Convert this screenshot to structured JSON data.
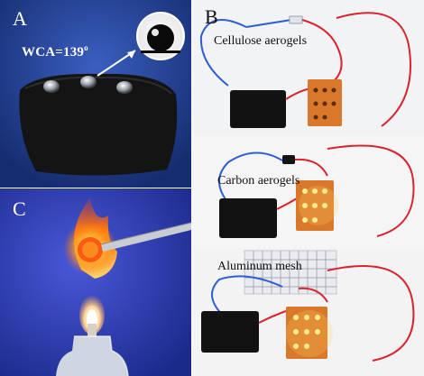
{
  "panels": {
    "a": {
      "letter": "A",
      "contact_angle_label": "WCA=139",
      "degree_symbol": "o"
    },
    "b": {
      "letter": "B",
      "labels": {
        "cellulose": "Cellulose aerogels",
        "carbon": "Carbon aerogels",
        "aluminum": "Aluminum mesh"
      }
    },
    "c": {
      "letter": "C"
    }
  },
  "colors": {
    "panel_a_background": "#1d3a86",
    "panel_c_background": "#2b3fb8",
    "panel_b_background": "#f4f5f7",
    "aerogel_black": "#141414",
    "red_wire": "#d9232e",
    "blue_wire": "#2e5fd1",
    "circuit_board": "#d9782a",
    "flame": "#ff8c1a"
  }
}
